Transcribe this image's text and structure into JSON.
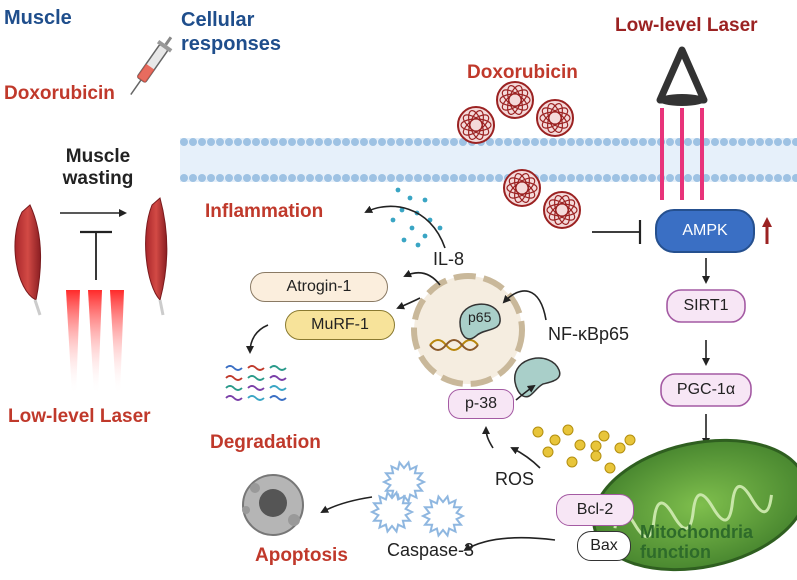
{
  "headers": {
    "muscle": "Muscle",
    "cellular": "Cellular responses"
  },
  "left_panel": {
    "doxorubicin": "Doxorubicin",
    "muscle_wasting_line1": "Muscle",
    "muscle_wasting_line2": "wasting",
    "laser": "Low-level Laser"
  },
  "right_panel": {
    "laser": "Low-level Laser",
    "doxorubicin": "Doxorubicin",
    "inflammation": "Inflammation",
    "il8": "IL-8",
    "atrogin": "Atrogin-1",
    "murf": "MuRF-1",
    "p65": "p65",
    "nfkb": "NF-κBp65",
    "degradation": "Degradation",
    "p38": "p-38",
    "ros": "ROS",
    "apoptosis": "Apoptosis",
    "caspase": "Caspase-3",
    "ampk": "AMPK",
    "sirt1": "SIRT1",
    "pgc": "PGC-1α",
    "bcl2": "Bcl-2",
    "bax": "Bax",
    "mito_line1": "Mitochondria",
    "mito_line2": "function"
  },
  "colors": {
    "header_blue": "#1f4e8c",
    "label_red": "#c0392b",
    "ampk_blue": "#3a6fc4",
    "pill_pink": "#f7e6f5",
    "pill_pink_border": "#a45aa3",
    "atrogin_fill": "#fbeedd",
    "murf_fill": "#f7e39a",
    "mito_green": "#5f9e3a",
    "laser_red": "#e8212b",
    "membrane_blue": "#9ec2e3"
  }
}
